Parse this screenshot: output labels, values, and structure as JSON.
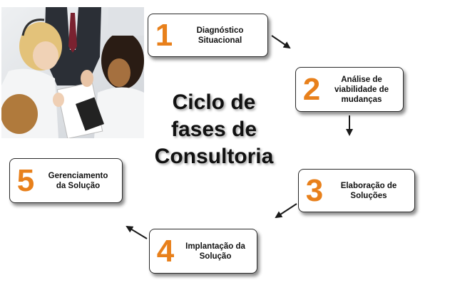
{
  "title": {
    "line1": "Ciclo de",
    "line2": "fases de",
    "line3": "Consultoria"
  },
  "colors": {
    "number": "#e8801b",
    "text": "#111111",
    "border": "#2a2a2a"
  },
  "steps": [
    {
      "number": "1",
      "line1": "Diagnóstico",
      "line2": "Situacional"
    },
    {
      "number": "2",
      "line1": "Análise de",
      "line2": "viabilidade de",
      "line3": "mudanças"
    },
    {
      "number": "3",
      "line1": "Elaboração de",
      "line2": "Soluções"
    },
    {
      "number": "4",
      "line1": "Implantação da",
      "line2": "Solução"
    },
    {
      "number": "5",
      "line1": "Gerenciamento",
      "line2": "da Solução"
    }
  ]
}
